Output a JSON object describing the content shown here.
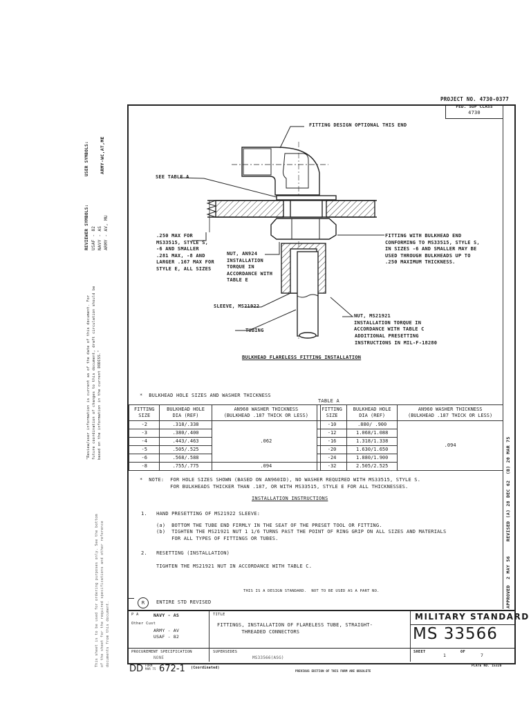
{
  "header": {
    "project_no": "PROJECT NO. 4730-0377",
    "fsc_label": "FED. SUP CLASS",
    "fsc_value": "4730"
  },
  "side_margin": {
    "user_symbols_label": "USER SYMBOLS:",
    "user_symbols": "ARMY-WC,AT,ME",
    "reviewer_symbols_label": "REVIEWER SYMBOLS:",
    "reviewer_lines": [
      "USAF - 82",
      "NAVY - AS",
      "ARMY - AV, MU"
    ],
    "review_note": "\"Review/user information is current as of the date of this document. For future coordination of changes to this document, draft circulation should be based on the information in the current DODISS.\"",
    "bottom_note": "This sheet is to be used for ordering purposes only. See the bottom of the sheet for the required specifications and other reference documents from this document."
  },
  "drawing": {
    "callouts": {
      "fitting_design": "FITTING DESIGN OPTIONAL THIS END",
      "see_table_a": "SEE TABLE A",
      "max_thickness": ".250 MAX FOR\nMS33515, STYLE S,\n-6 AND SMALLER\n.281 MAX, -8 AND\nLARGER .167 MAX FOR\nSTYLE E, ALL SIZES",
      "nut_an924": "NUT, AN924\nINSTALLATION\nTORQUE IN\nACCORDANCE WITH\nTABLE E",
      "fitting_bulkhead": "FITTING WITH BULKHEAD END\nCONFORMING TO MS33515, STYLE S,\nIN SIZES -6 AND SMALLER MAY BE\nUSED THROUGH BULKHEADS UP TO\n.250 MAXIMUM THICKNESS.",
      "sleeve": "SLEEVE, MS21922",
      "tubing": "TUBING",
      "nut_ms21921": "NUT, MS21921\nINSTALLATION TORQUE IN\nACCORDANCE WITH TABLE C",
      "presetting": "ADDITIONAL PRESETTING\nINSTRUCTIONS IN MIL-F-18280"
    },
    "caption": "BULKHEAD FLARELESS FITTING INSTALLATION"
  },
  "table_a": {
    "intro": "*  BULKHEAD HOLE SIZES AND WASHER THICKNESS",
    "title": "TABLE A",
    "headers": [
      "FITTING\nSIZE",
      "BULKHEAD HOLE\nDIA (REF)",
      "AN960 WASHER THICKNESS\n(BULKHEAD .187 THICK OR LESS)"
    ],
    "left_rows": [
      {
        "size": "-2",
        "dia": ".318/.338"
      },
      {
        "size": "-3",
        "dia": ".380/.400"
      },
      {
        "size": "-4",
        "dia": ".443/.463"
      },
      {
        "size": "-5",
        "dia": ".505/.525"
      },
      {
        "size": "-6",
        "dia": ".568/.588"
      },
      {
        "size": "-8",
        "dia": ".755/.775"
      }
    ],
    "left_washer_a": ".062",
    "left_washer_b": ".094",
    "right_rows": [
      {
        "size": "-10",
        "dia": ".880/ .900"
      },
      {
        "size": "-12",
        "dia": "1.068/1.088"
      },
      {
        "size": "-16",
        "dia": "1.318/1.338"
      },
      {
        "size": "-20",
        "dia": "1.630/1.650"
      },
      {
        "size": "-24",
        "dia": "1.880/1.900"
      },
      {
        "size": "-32",
        "dia": "2.505/2.525"
      }
    ],
    "right_washer": ".094",
    "note": "*  NOTE:  FOR HOLE SIZES SHOWN (BASED ON AN960ID), NO WASHER REQUIRED WITH MS33515, STYLE S.\n          FOR BULKHEADS THICKER THAN .187, OR WITH MS33515, STYLE E FOR ALL THICKNESSES."
  },
  "instructions": {
    "title": "INSTALLATION INSTRUCTIONS",
    "step1": "1.   HAND PRESETTING OF MS21922 SLEEVE:",
    "step1a": "(a)  BOTTOM THE TUBE END FIRMLY IN THE SEAT OF THE PRESET TOOL OR FITTING.",
    "step1b": "(b)  TIGHTEN THE MS21921 NUT 1 1/6 TURNS PAST THE POINT OF RING GRIP ON ALL SIZES AND MATERIALS\n     FOR ALL TYPES OF FITTINGS OR TUBES.",
    "step2": "2.   RESETTING (INSTALLATION)",
    "step2_text": "TIGHTEN THE MS21921 NUT IN ACCORDANCE WITH TABLE C.",
    "design_note": "THIS IS A DESIGN STANDARD.  NOT TO BE USED AS A PART NO.",
    "revision_marker": "R",
    "revision_note": "ENTIRE STD REVISED"
  },
  "approval_strip": "APPROVED  2 MAY 56     REVISED (A) 28 DEC 62  (B) 20 MAR 75",
  "title_block": {
    "pa_label": "P A",
    "pa_value": "NAVY - AS",
    "other_cust_label": "Other Cust",
    "other_cust": [
      "ARMY - AV",
      "USAF - 82"
    ],
    "title_label": "TITLE",
    "title": "FITTINGS, INSTALLATION OF FLARELESS TUBE, STRAIGHT-\n        THREADED CONNECTORS",
    "mil_std": "MILITARY STANDARD",
    "ms_number": "MS 33566",
    "proc_spec_label": "PROCUREMENT SPECIFICATION",
    "proc_spec_value": "NONE",
    "supersedes_label": "SUPERSEDES",
    "supersedes_value": "MS33566(ASG)",
    "sheet_label": "SHEET",
    "sheet_no": "1",
    "of_label": "OF",
    "sheet_total": "7"
  },
  "footer": {
    "form": "DD",
    "form_sub": "FORM\nMAR 75",
    "form_no": "672-1",
    "coordinated": "(Coordinated)",
    "previous": "PREVIOUS EDITION OF THIS FORM ARE OBSOLETE",
    "plate_no": "PLATE NO. 15320"
  }
}
